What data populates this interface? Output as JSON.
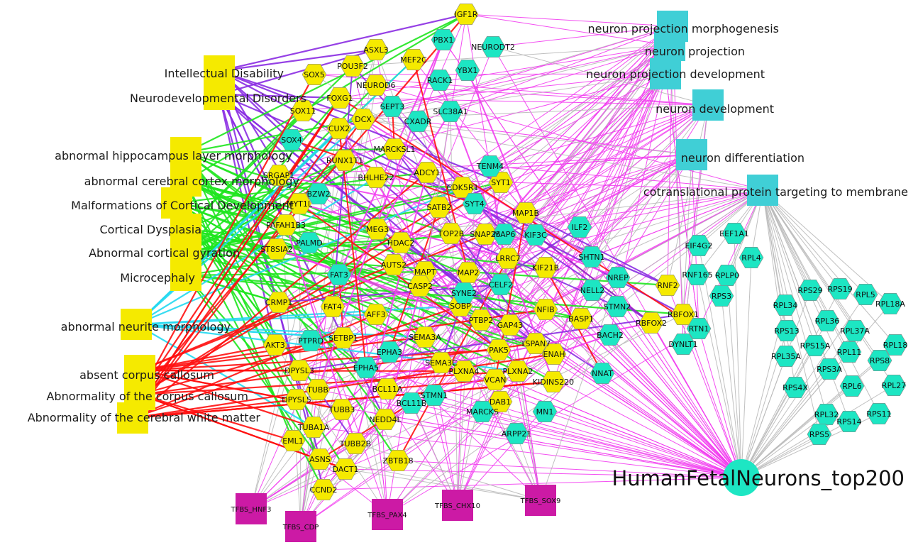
{
  "colors": {
    "hexagon_yellow": "#f5ea00",
    "hexagon_cyan": "#1de6c3",
    "disease_square": "#f5ea00",
    "go_square": "#40cfd6",
    "tfbs_square": "#cc1aa5",
    "hub_circle": "#1de6c3",
    "edge_magenta": "#f23cf0",
    "edge_purple": "#8a2be2",
    "edge_green": "#1ee61e",
    "edge_red": "#ff1010",
    "edge_cyan": "#22d8f0",
    "edge_gray": "#b9b9b9"
  },
  "hub": {
    "label": "HumanFetalNeurons_top200"
  },
  "disease_terms": [
    "Intellectual Disability",
    "Neurodevelopmental Disorders",
    "abnormal hippocampus layer morphology",
    "abnormal cerebral cortex morphology",
    "Malformations of Cortical Development",
    "Cortical Dysplasia",
    "Abnormal cortical gyration",
    "Microcephaly",
    "abnormal neurite morphology",
    "absent corpus callosum",
    "Abnormality of the corpus callosum",
    "Abnormality of the cerebral white matter"
  ],
  "go_terms": [
    "neuron projection morphogenesis",
    "neuron projection",
    "neuron projection development",
    "neuron development",
    "neuron differentiation",
    "cotranslational protein targeting to membrane"
  ],
  "tfbs": [
    "TFBS_HNF3",
    "TFBS_CDP",
    "TFBS_PAX4",
    "TFBS_CHX10",
    "TFBS_SOX9"
  ],
  "yellow_genes": [
    "IGF1R",
    "ASXL3",
    "POU3F2",
    "SOX5",
    "MEF2C",
    "NEUROD6",
    "FOXG1",
    "SOX11",
    "DCX",
    "CUX2",
    "RUNX1T1",
    "MARCKSL1",
    "SRGAP1",
    "BHLHE22",
    "ADCY1",
    "MYT1L",
    "CDK5R1",
    "SYT1",
    "SATB2",
    "MAP1B",
    "PAFAH1B3",
    "MEG3",
    "TOP2B",
    "HDAC2",
    "SNAP25",
    "ST8SIA2",
    "AUTS2",
    "MAPT",
    "MAP2",
    "KIF21B",
    "LRRC7",
    "CASP2",
    "SOBP",
    "RNF2",
    "CRMP1",
    "FAT4",
    "AFF3",
    "PTBP2",
    "GAP43",
    "NFIB",
    "BASP1",
    "RBFOX1",
    "RBFOX2",
    "SETBP1",
    "SEMA3A",
    "TSPAN7",
    "ENAH",
    "AKT3",
    "PAK5",
    "DPYSL3",
    "SEMA3C",
    "PLXNA4",
    "VCAN",
    "PLXNA2",
    "KIDINS220",
    "TUBB",
    "BCL11A",
    "DPYSL5",
    "DAB1",
    "TUBB3",
    "NEDD4L",
    "TUBA1A",
    "EML1",
    "TUBB2B",
    "ASNS",
    "ZBTB18",
    "DACT1",
    "CCND2"
  ],
  "cyan_genes": [
    "PBX1",
    "NEURODT2",
    "YBX1",
    "RACK1",
    "SEPT3",
    "SLC38A1",
    "CXADR",
    "SOX4",
    "TENM4",
    "BZW2",
    "SYT4",
    "ILF2",
    "MAP6",
    "KIF3C",
    "PALMD",
    "FAT3",
    "SHTN1",
    "NREP",
    "NELL2",
    "CELF2",
    "SYNE2",
    "STMN2",
    "RTN1",
    "DYNLT1",
    "BACH2",
    "PTPRD",
    "EPHA3",
    "EPHA5",
    "NNAT",
    "STMN1",
    "BCL11B",
    "MARCKS",
    "MN1",
    "ARPP21",
    "EEF1A1",
    "EIF4G2",
    "RPL4",
    "RNF165",
    "RPLP0",
    "RPS3",
    "RPS29",
    "RPS19",
    "RPL5",
    "RPL34",
    "RPL18A",
    "RPL36",
    "RPS13",
    "RPL37A",
    "RPS15A",
    "RPL18",
    "RPL11",
    "RPL35A",
    "RPS8",
    "RPS3A",
    "RPL27",
    "RPL6",
    "RPS4X",
    "RPS11",
    "RPL32",
    "RPS14",
    "RPS5"
  ]
}
